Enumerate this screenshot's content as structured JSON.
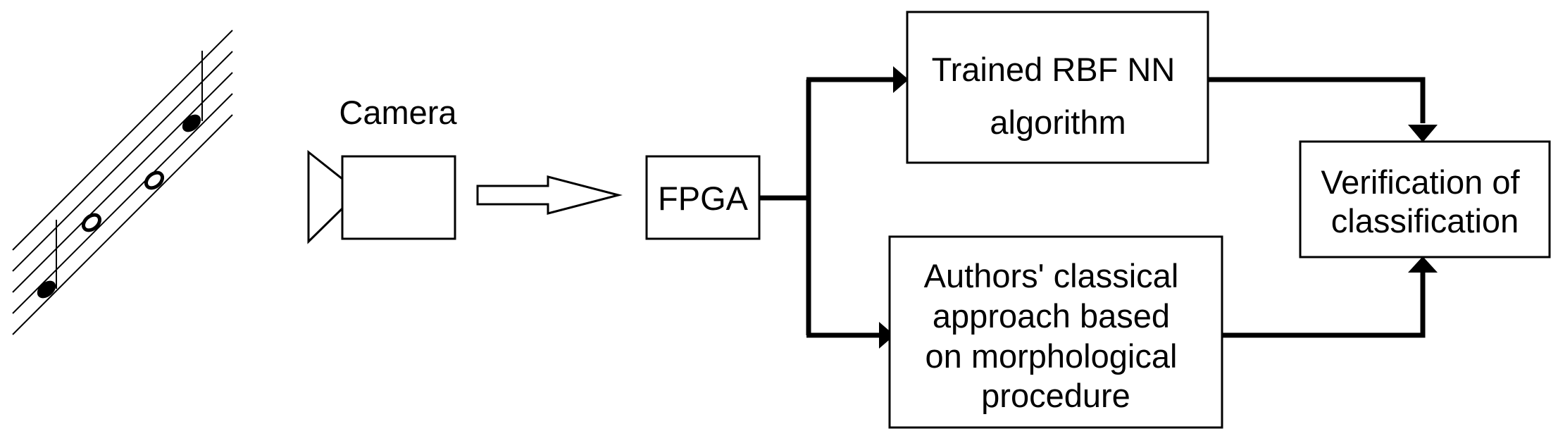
{
  "diagram": {
    "camera_label": "Camera",
    "nodes": {
      "fpga": {
        "label": "FPGA"
      },
      "rbf": {
        "lines": [
          "Trained RBF NN",
          "algorithm"
        ]
      },
      "classical": {
        "lines": [
          "Authors' classical",
          "approach based",
          "on morphological",
          "procedure"
        ]
      },
      "verification": {
        "lines": [
          "Verification of",
          "classification"
        ]
      }
    },
    "colors": {
      "stroke": "#000000",
      "background": "#ffffff",
      "note_fill": "#000000"
    }
  }
}
